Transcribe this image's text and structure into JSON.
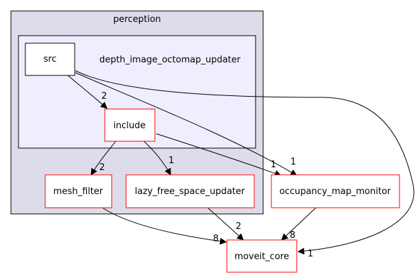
{
  "graph": {
    "clusters": {
      "perception": "perception",
      "depth_image_octomap_updater": "depth_image_octomap_updater"
    },
    "nodes": {
      "src": "src",
      "include": "include",
      "mesh_filter": "mesh_filter",
      "lazy_free_space_updater": "lazy_free_space_updater",
      "occupancy_map_monitor": "occupancy_map_monitor",
      "moveit_core": "moveit_core"
    },
    "edges": {
      "src_include": "2",
      "src_occupancy": "1",
      "src_moveit": "1",
      "include_mesh": "2",
      "include_lazy": "1",
      "include_occupancy": "1",
      "mesh_moveit": "8",
      "lazy_moveit": "2",
      "occupancy_moveit": "8"
    },
    "colors": {
      "cluster_outer_fill": "#dcdcea",
      "cluster_inner_fill": "#eeeeff",
      "node_border_red": "#ff0000",
      "node_border_black": "#000000",
      "edge": "#000000"
    }
  }
}
